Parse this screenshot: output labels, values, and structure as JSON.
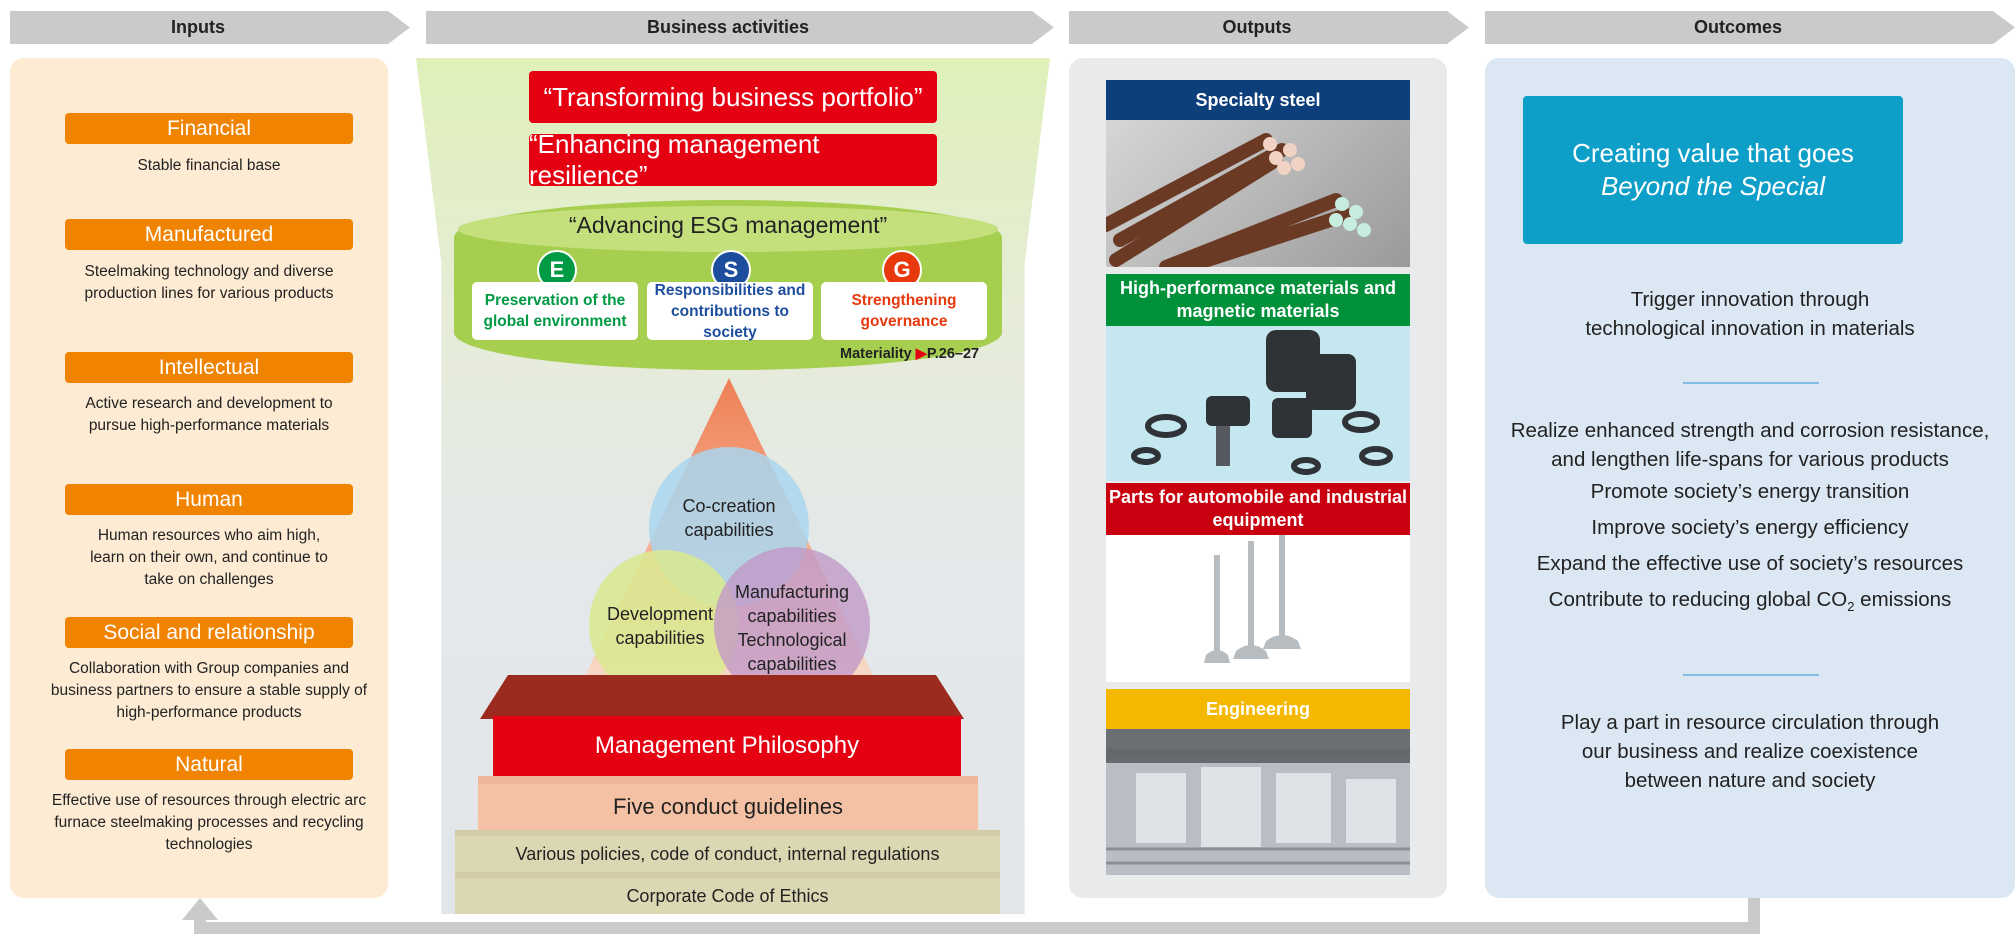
{
  "stages": [
    "Inputs",
    "Business activities",
    "Outputs",
    "Outcomes"
  ],
  "inputs": [
    {
      "title": "Financial",
      "desc": "Stable financial base"
    },
    {
      "title": "Manufactured",
      "desc": "Steelmaking technology and diverse production lines for various products"
    },
    {
      "title": "Intellectual",
      "desc": "Active research and development to pursue high-performance materials"
    },
    {
      "title": "Human",
      "desc": "Human resources who aim high, learn on their own, and continue to take on challenges"
    },
    {
      "title": "Social and relationship",
      "desc": "Collaboration with Group companies and business partners to ensure a stable supply of high-performance products"
    },
    {
      "title": "Natural",
      "desc": "Effective use of resources through electric arc furnace steelmaking processes and recycling technologies"
    }
  ],
  "business": {
    "themes": [
      "“Transforming business portfolio”",
      "“Enhancing management resilience”"
    ],
    "esg_title": "“Advancing ESG management”",
    "esg": [
      {
        "letter": "E",
        "label": "Preservation of the global environment",
        "color": "#009944"
      },
      {
        "letter": "S",
        "label": "Responsibilities and contributions to society",
        "color": "#1d4e9e"
      },
      {
        "letter": "G",
        "label": "Strengthening governance",
        "color": "#e8380d"
      }
    ],
    "materiality_label": "Materiality",
    "materiality_pages": "P.26–27",
    "capabilities": {
      "top": "Co-creation capabilities",
      "left": "Development capabilities",
      "right": "Manufacturing capabilities Technological capabilities"
    },
    "layers": [
      "Management Philosophy",
      "Five conduct guidelines",
      "Various policies, code of conduct, internal regulations",
      "Corporate Code of Ethics"
    ]
  },
  "outputs": [
    {
      "label": "Specialty steel",
      "color": "#0d3f7a"
    },
    {
      "label": "High-performance materials and magnetic materials",
      "color": "#00913a"
    },
    {
      "label": "Parts for automobile and industrial equipment",
      "color": "#c8000f"
    },
    {
      "label": "Engineering",
      "color": "#f5b800"
    }
  ],
  "outcomes": {
    "value_line1": "Creating value that goes",
    "value_line2": "Beyond the Special",
    "group1": [
      "Trigger innovation through",
      "technological innovation in materials"
    ],
    "group2": [
      "Realize enhanced strength and corrosion resistance,",
      "and lengthen life-spans for various products",
      "Promote society’s energy transition",
      "Improve society’s energy efficiency",
      "Expand the effective use of society’s resources",
      "Contribute to reducing global CO",
      "2",
      " emissions"
    ],
    "group3": [
      "Play a part in resource circulation through",
      "our business and realize coexistence",
      "between nature and society"
    ]
  }
}
